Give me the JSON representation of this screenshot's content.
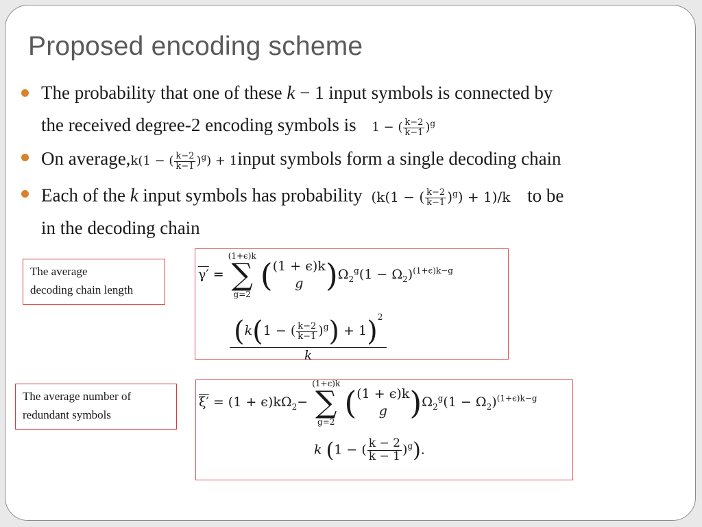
{
  "slide": {
    "title": "Proposed encoding scheme",
    "bullets": [
      {
        "text1": "The probability that one of these ",
        "k": "k",
        "minus_one": " − 1 input symbols is connected by",
        "text2": "the received degree-2 encoding symbols is",
        "math": "1 − (",
        "frac_num": "k−2",
        "frac_den": "k−1",
        "math_tail": ")",
        "exp": "g"
      },
      {
        "text1": "On average,",
        "math_pre": "k(1 − (",
        "frac_num": "k−2",
        "frac_den": "k−1",
        "math_post": ")",
        "exp": "g",
        "math_end": ") + 1",
        "text2": "input symbols form a single decoding chain"
      },
      {
        "text1": "Each of the ",
        "k": "k",
        "text2": " input symbols has probability",
        "math_pre": "(k(1 − (",
        "frac_num": "k−2",
        "frac_den": "k−1",
        "math_post": ")",
        "exp": "g",
        "math_end": ") + 1)/k",
        "text3": "to be",
        "text4": "in the decoding chain"
      }
    ],
    "label_chain_length": [
      "The average",
      "decoding chain length"
    ],
    "label_redundant": [
      "The average number of",
      "redundant symbols"
    ],
    "eq1": {
      "lhs": "γ′",
      "eq": "=",
      "sum_upper": "(1+ϵ)k",
      "sum_lower": "g=2",
      "binom_top": "(1 + ϵ)k",
      "binom_bottom": "g",
      "omega": "Ω",
      "omega_sub": "2",
      "omega_sup": "g",
      "middle": "(1 − Ω",
      "middle_sub": "2",
      "middle_close": ")",
      "middle_sup": "(1+ϵ)k−g",
      "num_k": "k",
      "num_inner": "1 − (",
      "frac_num": "k−2",
      "frac_den": "k−1",
      "num_inner_close": ")",
      "num_inner_sup": "g",
      "num_plus": "+ 1",
      "num_sup": "2",
      "den": "k"
    },
    "eq2": {
      "lhs": "ξ′",
      "eq": "= (1 + ϵ)kΩ",
      "eq_sub": "2",
      "minus": "−",
      "sum_upper": "(1+ϵ)k",
      "sum_lower": "g=2",
      "binom_top": "(1 + ϵ)k",
      "binom_bottom": "g",
      "omega": "Ω",
      "omega_sub": "2",
      "omega_sup": "g",
      "middle": "(1 − Ω",
      "middle_sub": "2",
      "middle_close": ")",
      "middle_sup": "(1+ϵ)k−g",
      "l2_k": "k",
      "l2_inner": "1 − (",
      "l2_frac_num": "k − 2",
      "l2_frac_den": "k − 1",
      "l2_close": ")",
      "l2_sup": "g",
      "l2_end": "."
    }
  }
}
